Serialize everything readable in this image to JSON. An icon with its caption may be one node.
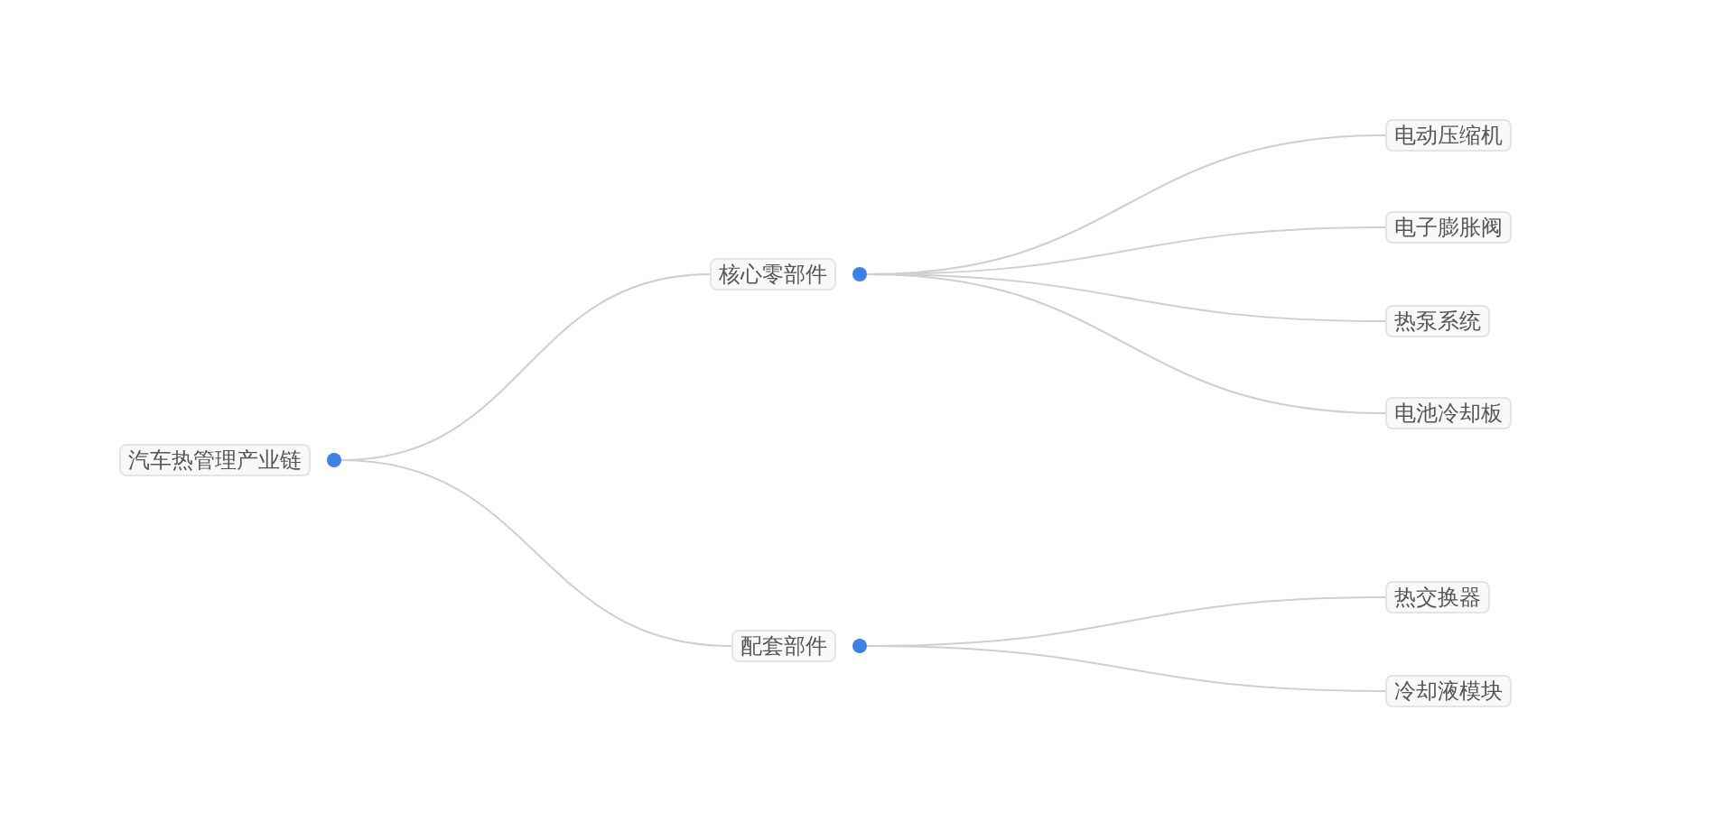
{
  "diagram": {
    "nodes": [
      {
        "text": [
          "汽车热管理产业链"
        ]
      },
      {
        "text": [
          "核心零部件"
        ]
      },
      {
        "text": [
          "配套部件"
        ]
      },
      {
        "text": [
          "电动压缩机"
        ]
      },
      {
        "text": [
          "电子膨胀阀"
        ]
      },
      {
        "text": [
          "热泵系统"
        ]
      },
      {
        "text": [
          "电池冷却板"
        ]
      },
      {
        "text": [
          "热交换器"
        ]
      },
      {
        "text": [
          "冷却液模块"
        ]
      }
    ],
    "edges": [
      {
        "from": 0,
        "to": 1,
        "arrow": "none"
      },
      {
        "from": 0,
        "to": 2,
        "arrow": "none"
      },
      {
        "from": 1,
        "to": 3,
        "arrow": "none"
      },
      {
        "from": 1,
        "to": 4,
        "arrow": "none"
      },
      {
        "from": 1,
        "to": 5,
        "arrow": "none"
      },
      {
        "from": 1,
        "to": 6,
        "arrow": "none"
      },
      {
        "from": 2,
        "to": 7,
        "arrow": "none"
      },
      {
        "from": 2,
        "to": 8,
        "arrow": "none"
      }
    ]
  }
}
